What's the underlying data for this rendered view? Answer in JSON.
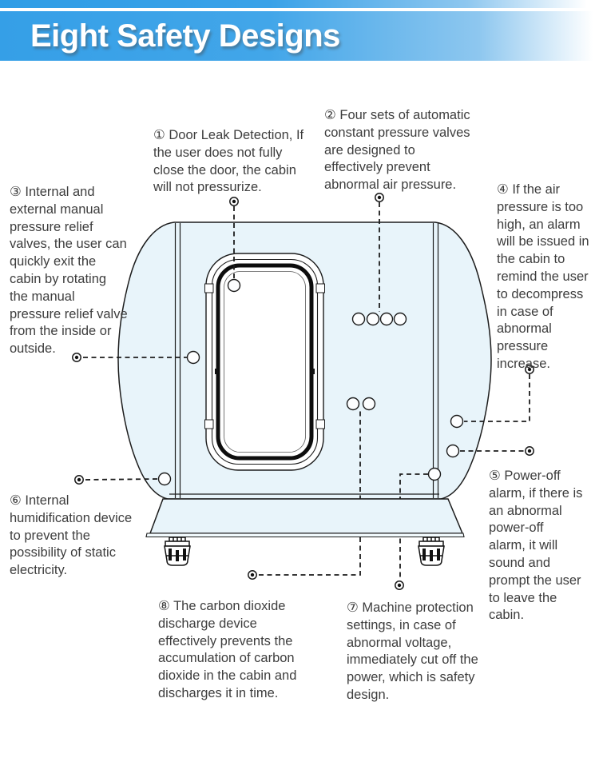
{
  "header": {
    "title": "Eight Safety Designs"
  },
  "colors": {
    "header_blue": "#3aa1e8",
    "header_fade": "#ffffff",
    "cabin_fill": "#e8f4fa",
    "line_color": "#1c1c1c",
    "text_color": "#3d3d3d"
  },
  "callouts": [
    {
      "num": "①",
      "lines": [
        "① Door Leak Detection, If",
        "the user does not fully",
        "close the door, the cabin",
        "will not pressurize."
      ]
    },
    {
      "num": "②",
      "lines": [
        "② Four sets of automatic",
        "constant pressure valves",
        "are designed to",
        "effectively prevent",
        "abnormal air pressure."
      ]
    },
    {
      "num": "③",
      "lines": [
        "③ Internal and",
        "external manual",
        "pressure relief",
        "valves, the user can",
        "quickly exit the",
        "cabin by rotating",
        "the manual",
        "pressure relief valve",
        "from the inside or",
        "outside."
      ]
    },
    {
      "num": "④",
      "lines": [
        "④ If the air",
        "pressure is too",
        "high, an alarm",
        "will be issued in",
        "the cabin to",
        "remind the user",
        "to decompress",
        "in case of",
        "abnormal",
        "pressure",
        "increase."
      ]
    },
    {
      "num": "⑤",
      "lines": [
        "⑤ Power-off",
        "alarm, if there is",
        "an abnormal",
        "power-off",
        "alarm, it will",
        "sound and",
        "prompt the user",
        "to leave the",
        "cabin."
      ]
    },
    {
      "num": "⑥",
      "lines": [
        "⑥ Internal",
        "humidification device",
        "to prevent the",
        "possibility of static",
        "electricity."
      ]
    },
    {
      "num": "⑦",
      "lines": [
        "⑦ Machine protection",
        "settings, in case of",
        "abnormal voltage,",
        "immediately cut off the",
        "power, which is safety",
        "design."
      ]
    },
    {
      "num": "⑧",
      "lines": [
        "⑧ The carbon dioxide",
        "discharge device",
        "effectively prevents the",
        "accumulation of carbon",
        "dioxide in the cabin and",
        "discharges it in time."
      ]
    }
  ]
}
